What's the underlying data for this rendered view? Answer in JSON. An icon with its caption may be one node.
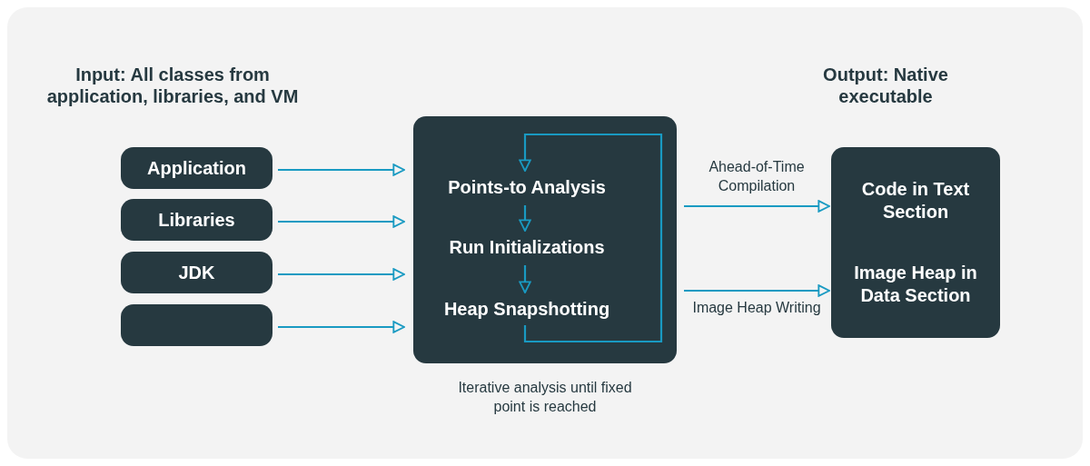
{
  "diagram": {
    "nodes": [
      {
        "text": [
          "Application"
        ]
      },
      {
        "text": [
          "Libraries"
        ]
      },
      {
        "text": [
          "JDK"
        ]
      },
      {
        "text": [],
        "shape": "box"
      },
      {
        "text": [],
        "shape": "box",
        "beside": [
          "Iterative analysis until fixed point is reached"
        ]
      },
      {
        "text": [
          "Points-to Analysis"
        ],
        "in": 4
      },
      {
        "text": [
          "Run Initializations"
        ],
        "in": 4
      },
      {
        "text": [
          "Heap Snapshotting"
        ],
        "in": 4
      },
      {
        "text": [
          "Code in Text Section",
          "Image Heap in Data Section"
        ]
      }
    ],
    "edges": [
      {
        "from": 0,
        "to": 4,
        "arrow": "to"
      },
      {
        "from": 1,
        "to": 4,
        "arrow": "to"
      },
      {
        "from": 2,
        "to": 4,
        "arrow": "to"
      },
      {
        "from": 3,
        "to": 4,
        "arrow": "to"
      },
      {
        "from": 5,
        "to": 6,
        "arrow": "to"
      },
      {
        "from": 6,
        "to": 7,
        "arrow": "to"
      },
      {
        "from": 7,
        "to": 5,
        "arrow": "to"
      },
      {
        "from": 4,
        "to": 8,
        "arrow": "to",
        "label": "Ahead-of-Time Compilation"
      },
      {
        "from": 4,
        "to": 8,
        "arrow": "to",
        "label": "Image Heap Writing"
      }
    ],
    "labels": [
      "Input: All classes from application, libraries, and VM",
      "Output: Native executable"
    ]
  }
}
